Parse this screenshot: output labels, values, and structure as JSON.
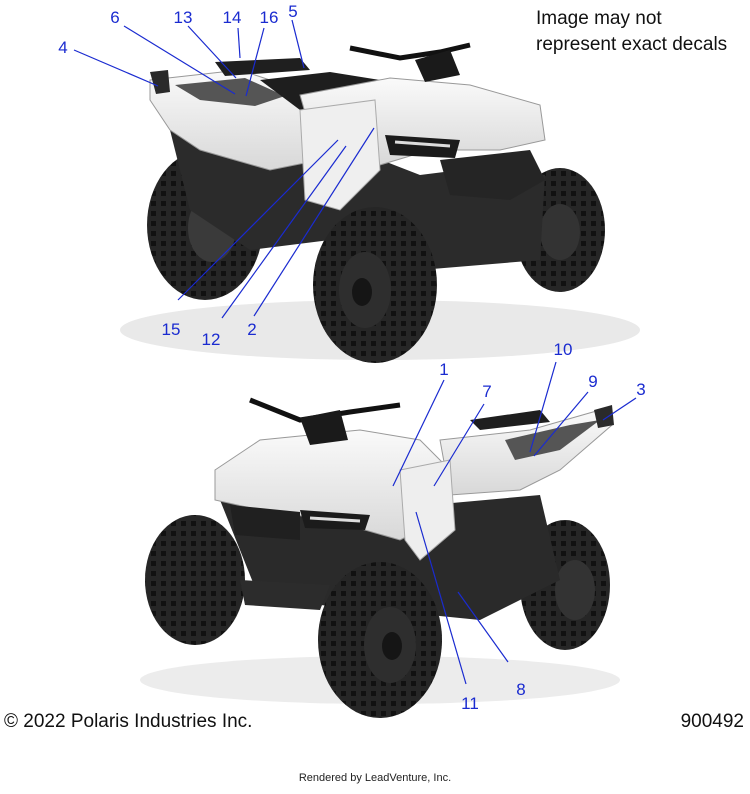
{
  "note_lines": [
    "Image may not",
    "represent exact decals"
  ],
  "copyright": "© 2022 Polaris Industries Inc.",
  "part_number": "900492",
  "rendered_by": "Rendered by LeadVenture, Inc.",
  "callouts": {
    "c1": "1",
    "c2": "2",
    "c3": "3",
    "c4": "4",
    "c5": "5",
    "c6": "6",
    "c7": "7",
    "c8": "8",
    "c9": "9",
    "c10": "10",
    "c11": "11",
    "c12": "12",
    "c13": "13",
    "c14": "14",
    "c15": "15",
    "c16": "16"
  },
  "colors": {
    "callout": "#1a2bd0",
    "body_white": "#f2f2f2",
    "body_dark": "#2a2a2a",
    "tire": "#1c1c1c"
  }
}
